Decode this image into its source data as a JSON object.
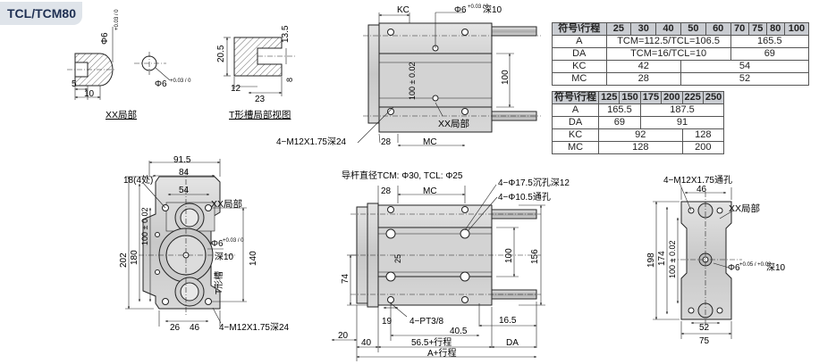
{
  "title": "TCL/TCM80",
  "view_labels": {
    "xx_part": "XX局部",
    "t_slot_view": "T形槽局部视图",
    "xx_part_front": "XX局部",
    "xx_part_right": "XX局部",
    "t_slot": "T形槽"
  },
  "detail_xx": {
    "dia": "Φ6",
    "tol": "+0.03 / 0",
    "dim_5": "5",
    "dim_10": "10",
    "dia_side": "Φ6",
    "tol_side": "+0.03 / 0"
  },
  "detail_t": {
    "d_20_5": "20.5",
    "d_13_5": "13.5",
    "d_12": "12",
    "d_23": "23",
    "d_8": "8"
  },
  "top_view": {
    "kc": "KC",
    "hole_spec": "Φ6",
    "hole_tol": "+0.03 / 0",
    "hole_depth": "深10",
    "d_100_tol": "100 ± 0.02",
    "d_100": "100",
    "d_28": "28",
    "mc": "MC",
    "xx_label": "XX局部",
    "thread": "4−M12X1.75深24"
  },
  "front_view": {
    "d_91_5": "91.5",
    "d_84": "84",
    "d_54": "54",
    "note_18": "18(4处)",
    "d_100_tol": "100 ± 0.02",
    "d_180": "180",
    "d_202": "202",
    "d_140": "140",
    "hole": "Φ6",
    "hole_tol": "+0.03 / 0",
    "hole_depth": "深10",
    "d_26": "26",
    "d_46": "46",
    "thread": "4−M12X1.75深24"
  },
  "side_view": {
    "guide_rod": "导杆直径TCM: Φ30, TCL: Φ25",
    "cbore": "4−Φ17.5沉孔深12",
    "thru": "4−Φ10.5通孔",
    "d_28": "28",
    "mc": "MC",
    "d_25": "25",
    "d_100": "100",
    "d_156": "156",
    "d_74": "74",
    "d_19": "19",
    "pt": "4−PT3/8",
    "d_16_5": "16.5",
    "d_40_5": "40.5",
    "d_20": "20",
    "d_40": "40",
    "stroke_56": "56.5+行程",
    "da": "DA",
    "a_stroke": "A+行程"
  },
  "right_view": {
    "thread": "4−M12X1.75通孔",
    "d_46": "46",
    "xx_label": "XX局部",
    "d_198": "198",
    "d_174": "174",
    "d_100_tol": "100 ± 0.02",
    "hole": "Φ6",
    "hole_tol": "+0.05 / +0.02",
    "hole_depth": "深10",
    "d_52": "52",
    "d_75": "75"
  },
  "table1": {
    "header": [
      "符号\\行程",
      "25",
      "30",
      "40",
      "50",
      "60",
      "70",
      "75",
      "80",
      "100"
    ],
    "rows": [
      {
        "label": "A",
        "cells": [
          {
            "text": "TCM=112.5/TCL=106.5",
            "span": 5
          },
          {
            "text": "165.5",
            "span": 4
          }
        ]
      },
      {
        "label": "DA",
        "cells": [
          {
            "text": "TCM=16/TCL=10",
            "span": 5
          },
          {
            "text": "69",
            "span": 4
          }
        ]
      },
      {
        "label": "KC",
        "cells": [
          {
            "text": "42",
            "span": 3
          },
          {
            "text": "54",
            "span": 6
          }
        ]
      },
      {
        "label": "MC",
        "cells": [
          {
            "text": "28",
            "span": 3
          },
          {
            "text": "52",
            "span": 6
          }
        ]
      }
    ]
  },
  "table2": {
    "header": [
      "符号\\行程",
      "125",
      "150",
      "175",
      "200",
      "225",
      "250"
    ],
    "rows": [
      {
        "label": "A",
        "cells": [
          {
            "text": "165.5",
            "span": 2
          },
          {
            "text": "187.5",
            "span": 4
          }
        ]
      },
      {
        "label": "DA",
        "cells": [
          {
            "text": "69",
            "span": 2
          },
          {
            "text": "91",
            "span": 4
          }
        ]
      },
      {
        "label": "KC",
        "cells": [
          {
            "text": "92",
            "span": 4
          },
          {
            "text": "128",
            "span": 2
          }
        ]
      },
      {
        "label": "MC",
        "cells": [
          {
            "text": "128",
            "span": 4
          },
          {
            "text": "200",
            "span": 2
          }
        ]
      }
    ]
  }
}
